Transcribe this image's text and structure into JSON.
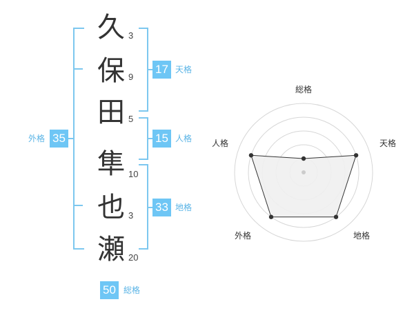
{
  "name": {
    "chars": [
      "久",
      "保",
      "田",
      "隼",
      "也",
      "瀬"
    ],
    "strokes": [
      "3",
      "9",
      "5",
      "10",
      "3",
      "20"
    ]
  },
  "kakusu": {
    "tenkaku": {
      "value": "17",
      "label": "天格"
    },
    "jinkaku": {
      "value": "15",
      "label": "人格"
    },
    "chikaku": {
      "value": "33",
      "label": "地格"
    },
    "gaikaku": {
      "value": "35",
      "label": "外格"
    },
    "soukaku": {
      "value": "50",
      "label": "総格"
    }
  },
  "radar": {
    "labels": [
      "総格",
      "天格",
      "地格",
      "外格",
      "人格"
    ],
    "scores": [
      0.2,
      0.8,
      0.8,
      0.8,
      0.8
    ],
    "colors": {
      "ring": "#d6d6d6",
      "fill": "#efefef",
      "line": "#333333"
    }
  }
}
